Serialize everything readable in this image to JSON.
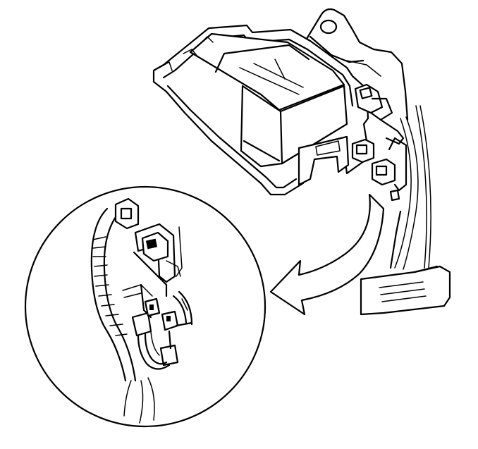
{
  "figure": {
    "labels": [],
    "components": {
      "control_module": "module-housing",
      "mounting_bracket": "bracket-with-hole",
      "connectors": [
        "upper-connector",
        "lower-connector-left",
        "lower-connector-right"
      ],
      "detail_view": "circular-magnified-detail",
      "callout": "curved-arrow",
      "trim_panel": "lower-trim-panel"
    },
    "colors": {
      "ink": "#000000",
      "paper": "#ffffff"
    }
  }
}
